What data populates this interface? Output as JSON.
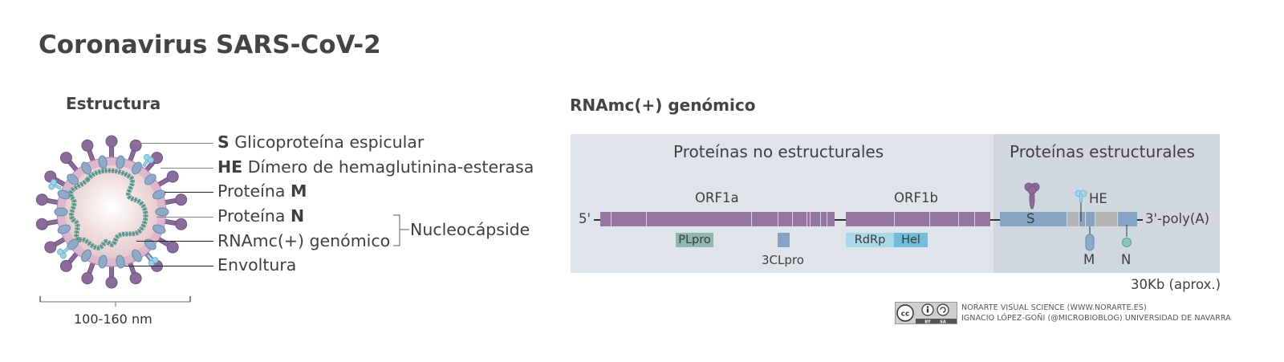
{
  "title": "Coronavirus SARS-CoV-2",
  "structure": {
    "heading": "Estructura",
    "labels": [
      {
        "bold": "S",
        "text": " Glicoproteína espicular",
        "bold_position": "prefix"
      },
      {
        "bold": "HE",
        "text": " Dímero de hemaglutinina-esterasa",
        "bold_position": "prefix"
      },
      {
        "text": "Proteína ",
        "bold": "M",
        "bold_position": "suffix"
      },
      {
        "text": "Proteína ",
        "bold": "N",
        "bold_position": "suffix"
      },
      {
        "text": "RNAmc(+) genómico"
      },
      {
        "text": "Envoltura"
      }
    ],
    "group_label": "Nucleocápside",
    "scale_label": "100-160 nm",
    "colors": {
      "spike": "#8a6c9a",
      "envelope": "#dcb8cf",
      "membrane_protein": "#8fa9c9",
      "he_dimer": "#9fd3e6",
      "nucleocapsid": "#5f9f95",
      "interior": "#f1e0e0"
    }
  },
  "genome": {
    "heading": "RNAmc(+) genómico",
    "panels": {
      "nonstructural": "Proteínas no estructurales",
      "structural": "Proteínas estructurales"
    },
    "five_prime": "5'",
    "three_prime": "3'-poly(A)",
    "orfs": [
      {
        "name": "ORF1a"
      },
      {
        "name": "ORF1b"
      }
    ],
    "domains": [
      {
        "name": "PLpro",
        "color": "#8fb7ad"
      },
      {
        "name": "3CLpro",
        "color": "#86a3c3"
      },
      {
        "name": "RdRp",
        "color": "#a9d8e8"
      },
      {
        "name": "Hel",
        "color": "#73bcd8"
      }
    ],
    "structural_proteins": [
      {
        "name": "S"
      },
      {
        "name": "HE"
      },
      {
        "name": "M"
      },
      {
        "name": "N"
      }
    ],
    "size_label": "30Kb (aprox.)",
    "colors": {
      "orf_purple": "#94769f",
      "structural_blue": "#86a3c3",
      "accessory_gray": "#b5b5b5",
      "panel_nonstructural": "#dfe3ea",
      "panel_structural": "#d0d7e1"
    }
  },
  "credits": {
    "license_badge": "CC BY SA",
    "line1": "NORARTE VISUAL SCIENCE (WWW.NORARTE.ES)",
    "line2": "IGNACIO LÓPEZ-GOÑI (@MICROBIOBLOG) UNIVERSIDAD DE NAVARRA"
  }
}
